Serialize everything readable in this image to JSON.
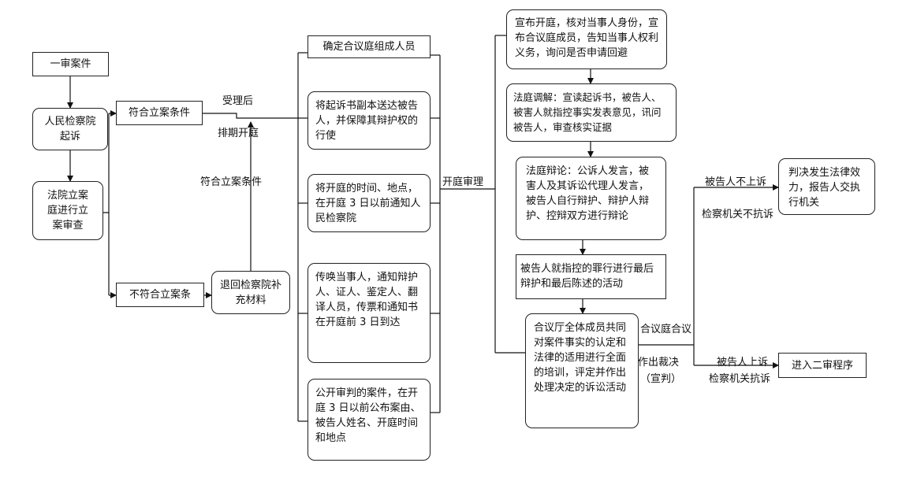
{
  "nodes": {
    "first_instance_case": "一审案件",
    "procuratorate_prosecution": "人民检察院起诉",
    "court_filing_review": "法院立案庭进行立案审查",
    "meets_filing": "符合立案条件",
    "not_meets_filing": "不符合立案条",
    "return_supplement": "退回检察院补充材料",
    "confirm_panel": "确定合议庭组成人员",
    "serve_indictment": "将起诉书副本送达被告人，并保障其辩护权的行使",
    "notify_procuratorate": "将开庭的时间、地点，在开庭 3 日以前通知人民检察院",
    "summon_parties": "传唤当事人，通知辩护人、证人、鉴定人、翻译人员，传票和通知书在开庭前 3 日到达",
    "public_notice": "公开审判的案件，在开庭 3 日以前公布案由、被告人姓名、开庭时间和地点",
    "open_court": "宣布开庭，核对当事人身份，宣布合议庭成员，告知当事人权利义务，询问是否申请回避",
    "court_investigation": "法庭调解：宣读起诉书，被告人、被害人就指控事实发表意见，讯问被告人，审查核实证据",
    "court_debate": "法庭辩论：公诉人发言，被害人及其诉讼代理人发言，被告人自行辩护、辩护人辩护、控辩双方进行辩论",
    "final_statement": "被告人就指控的罪行进行最后辩护和最后陈述的活动",
    "deliberation": "合议厅全体成员共同对案件事实的认定和法律的适用进行全面的培训，评定并作出处理决定的诉讼活动",
    "judgment_effective": "判决发生法律效力，报告人交执行机关",
    "second_instance": "进入二审程序"
  },
  "edge_labels": {
    "after_acceptance": "受理后",
    "schedule_trial": "排期开庭",
    "meets_condition": "符合立案条件",
    "trial_hearing": "开庭审理",
    "panel_deliberation": "合议庭合议",
    "make_ruling": "作出裁决",
    "pronounce": "（宣判）",
    "no_appeal": "被告人不上诉",
    "no_protest": "检察机关不抗诉",
    "appeal": "被告人上诉",
    "protest": "检察机关抗诉"
  }
}
